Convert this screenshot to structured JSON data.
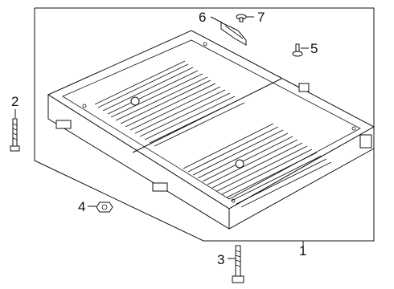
{
  "callouts": {
    "c1": "1",
    "c2": "2",
    "c3": "3",
    "c4": "4",
    "c5": "5",
    "c6": "6",
    "c7": "7"
  },
  "parts": {
    "c1": "battery-tray-assembly",
    "c2": "long-bolt",
    "c3": "mounting-bolt",
    "c4": "flange-nut",
    "c5": "screw",
    "c6": "bracket",
    "c7": "clip"
  }
}
